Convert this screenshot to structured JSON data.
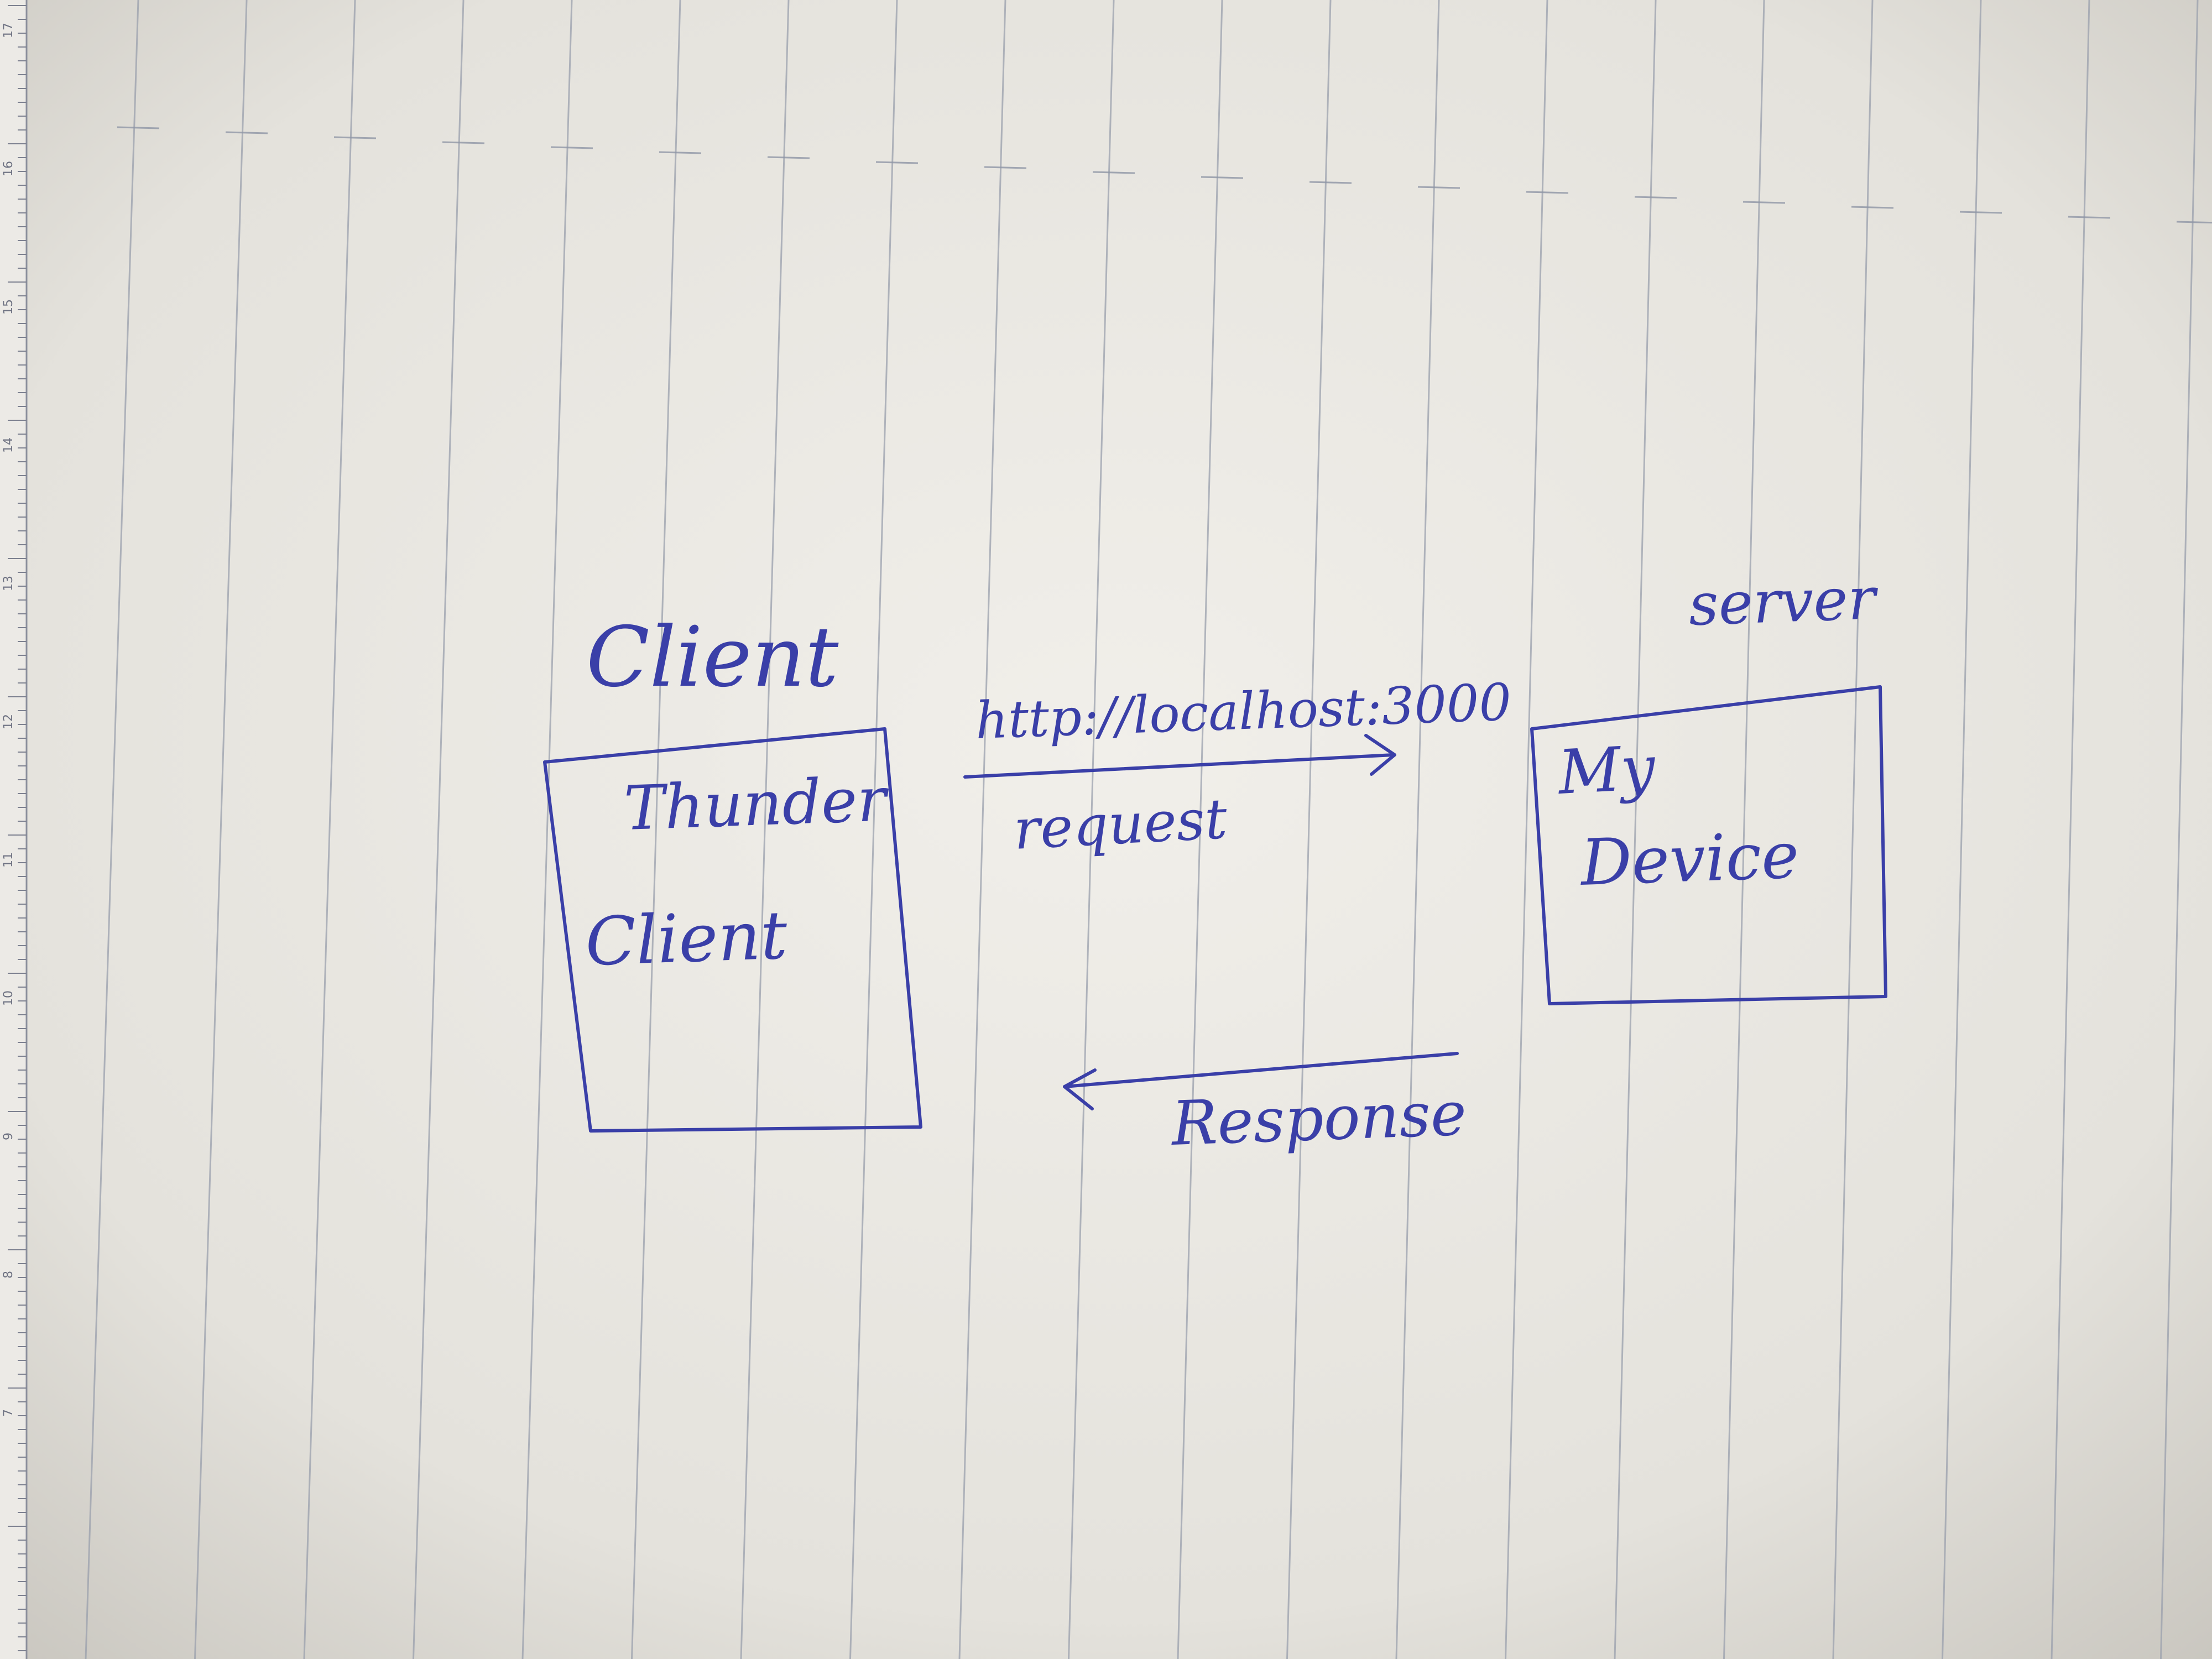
{
  "diagram": {
    "ink_color": "#3a3fa8",
    "paper_color": "#ebe9e4",
    "rule_color": "#9aa0ad",
    "client": {
      "heading": "Client",
      "box_line1": "Thunder",
      "box_line2": "Client"
    },
    "server": {
      "heading": "server",
      "box_line1": "My",
      "box_line2": "Device"
    },
    "request": {
      "url": "http://localhost:3000",
      "label": "request"
    },
    "response": {
      "label": "Response"
    },
    "ruler_ticks": [
      "17",
      "16",
      "15",
      "14",
      "13",
      "12",
      "11",
      "10",
      "9",
      "8",
      "7"
    ]
  }
}
